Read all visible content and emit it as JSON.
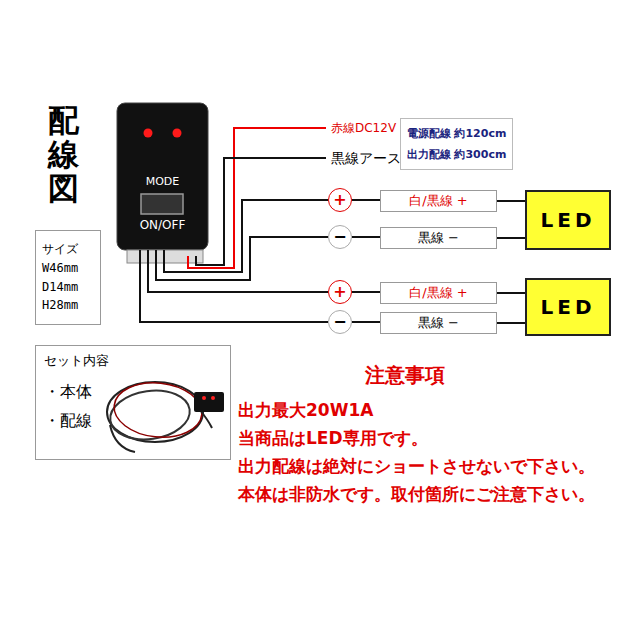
{
  "diagram": {
    "title": "配線図",
    "nodes": [
      {
        "text": [
          "MODE",
          "ON/OFF"
        ]
      },
      {
        "text": [
          "電源配線 約120cm",
          "出力配線 約300cm"
        ]
      },
      {
        "text": [
          "+"
        ]
      },
      {
        "text": [
          "白/黒線 +"
        ]
      },
      {
        "text": [
          "LED"
        ]
      },
      {
        "text": [
          "−"
        ]
      },
      {
        "text": [
          "黒線 −"
        ]
      },
      {
        "text": [
          "+"
        ]
      },
      {
        "text": [
          "白/黒線 +"
        ]
      },
      {
        "text": [
          "LED"
        ]
      },
      {
        "text": [
          "−"
        ]
      },
      {
        "text": [
          "黒線 −"
        ]
      },
      {
        "text": [
          "サイズ",
          "W46mm",
          "D14mm",
          "H28mm"
        ]
      },
      {
        "text": [
          "セット内容",
          "・本体",
          "・配線"
        ]
      }
    ],
    "edges": [
      {
        "from": 0,
        "to": 2,
        "arrow": "none"
      },
      {
        "from": 2,
        "to": 3,
        "arrow": "none"
      },
      {
        "from": 3,
        "to": 4,
        "arrow": "none"
      },
      {
        "from": 0,
        "to": 5,
        "arrow": "none"
      },
      {
        "from": 5,
        "to": 6,
        "arrow": "none"
      },
      {
        "from": 6,
        "to": 4,
        "arrow": "none"
      },
      {
        "from": 0,
        "to": 7,
        "arrow": "none"
      },
      {
        "from": 7,
        "to": 8,
        "arrow": "none"
      },
      {
        "from": 8,
        "to": 9,
        "arrow": "none"
      },
      {
        "from": 0,
        "to": 10,
        "arrow": "none"
      },
      {
        "from": 10,
        "to": 11,
        "arrow": "none"
      },
      {
        "from": 11,
        "to": 9,
        "arrow": "none"
      }
    ],
    "labels": [
      "赤線DC12V",
      "黒線アース",
      "注意事項",
      "出力最大20W1A",
      "当商品はLED専用です。",
      "出力配線は絶対にショートさせないで下さい。",
      "本体は非防水です。取付箇所にご注意下さい。"
    ]
  }
}
